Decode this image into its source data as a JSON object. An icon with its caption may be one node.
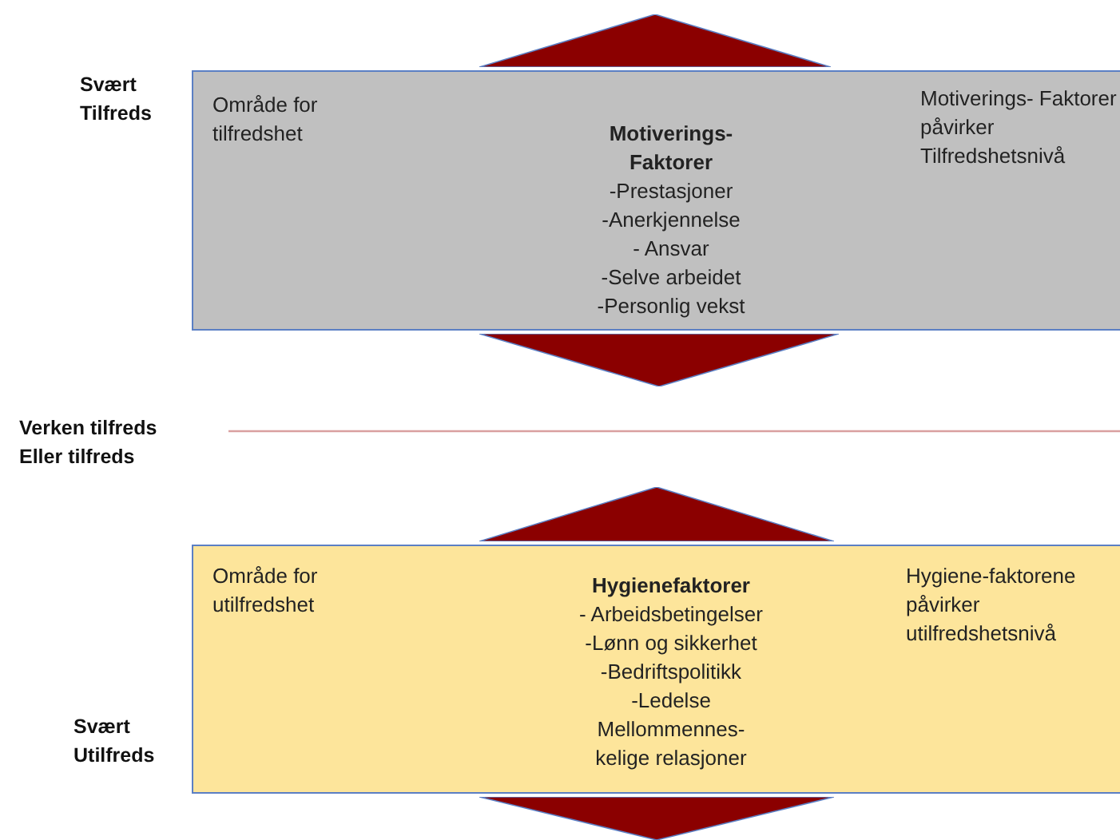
{
  "diagram": {
    "nodes": [
      {
        "text": [
          "Område for tilfredshet",
          "Motiverings- Faktorer",
          "-Prestasjoner",
          "-Anerkjennelse",
          "- Ansvar",
          "-Selve arbeidet",
          "-Personlig vekst",
          "Motiverings- Faktorer påvirker Tilfredshetsnivå"
        ]
      },
      {
        "text": [
          "Område for utilfredshet",
          "Hygienefaktorer",
          "- Arbeidsbetingelser",
          "-Lønn og sikkerhet",
          "-Bedriftspolitikk",
          "-Ledelse",
          "Mellommennes- kelige relasjoner",
          "Hygiene-faktorene påvirker utilfredshetsnivå"
        ]
      }
    ],
    "edges": [],
    "labels": [
      "Svært Tilfreds",
      "Verken tilfreds Eller tilfreds",
      "Svært Utilfreds"
    ]
  }
}
